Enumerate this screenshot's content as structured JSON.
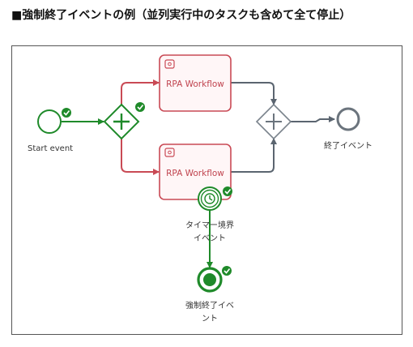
{
  "heading": "■強制終了イベントの例（並列実行中のタスクも含めて全て停止）",
  "nodes": {
    "start_event": {
      "label": "Start event"
    },
    "task_top": {
      "label": "RPA Workflow"
    },
    "task_bottom": {
      "label": "RPA Workflow"
    },
    "end_event": {
      "label": "終了イベント"
    },
    "timer_boundary": {
      "label_line1": "タイマー境界",
      "label_line2": "イベント"
    },
    "terminate_end": {
      "label_line1": "強制終了イベ",
      "label_line2": "ント"
    }
  },
  "colors": {
    "green": "#1f8a2a",
    "red": "#c94a55",
    "gray": "#5b6570",
    "task_fill": "#fff6f7"
  }
}
